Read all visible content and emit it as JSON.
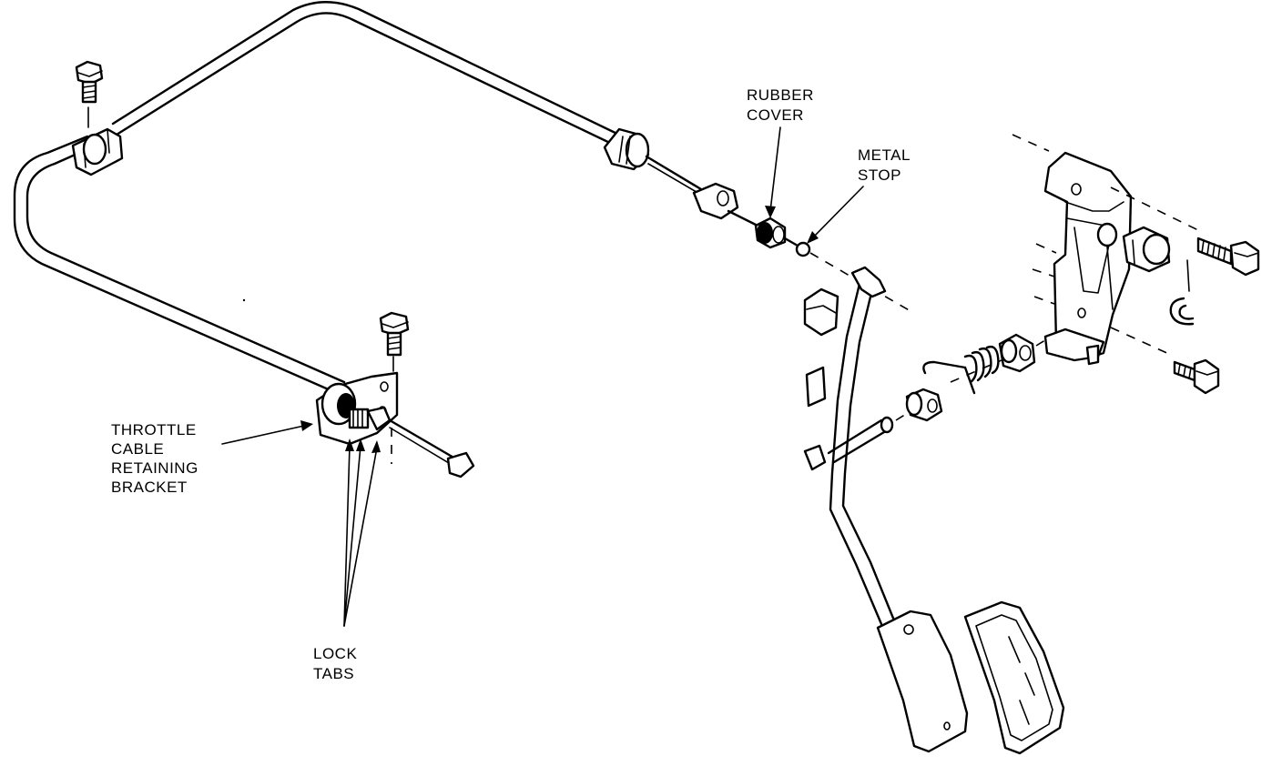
{
  "labels": {
    "rubber_cover": [
      "RUBBER",
      "COVER"
    ],
    "metal_stop": [
      "METAL",
      "STOP"
    ],
    "throttle_bracket": [
      "THROTTLE",
      "CABLE",
      "RETAINING",
      "BRACKET"
    ],
    "lock_tabs": [
      "LOCK",
      "TABS"
    ]
  }
}
